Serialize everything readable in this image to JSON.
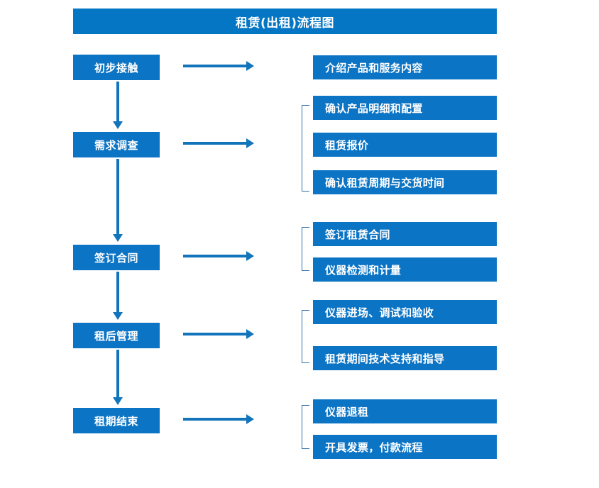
{
  "diagram": {
    "title": "租赁(出租)流程图",
    "colors": {
      "title_bar": "#0476c4",
      "box": "#0c74c4",
      "arrow": "#1274bb",
      "bracket": "#2f6fa8",
      "text": "#ffffff",
      "background": "#ffffff"
    },
    "stages": [
      {
        "label": "初步接触",
        "details": [
          "介绍产品和服务内容"
        ],
        "bracketed": false
      },
      {
        "label": "需求调查",
        "details": [
          "确认产品明细和配置",
          "租赁报价",
          "确认租赁周期与交货时间"
        ],
        "bracketed": true
      },
      {
        "label": "签订合同",
        "details": [
          "签订租赁合同",
          "仪器检测和计量"
        ],
        "bracketed": true
      },
      {
        "label": "租后管理",
        "details": [
          "仪器进场、调试和验收",
          "租赁期间技术支持和指导"
        ],
        "bracketed": true
      },
      {
        "label": "租期结束",
        "details": [
          "仪器退租",
          "开具发票，付款流程"
        ],
        "bracketed": true
      }
    ]
  }
}
